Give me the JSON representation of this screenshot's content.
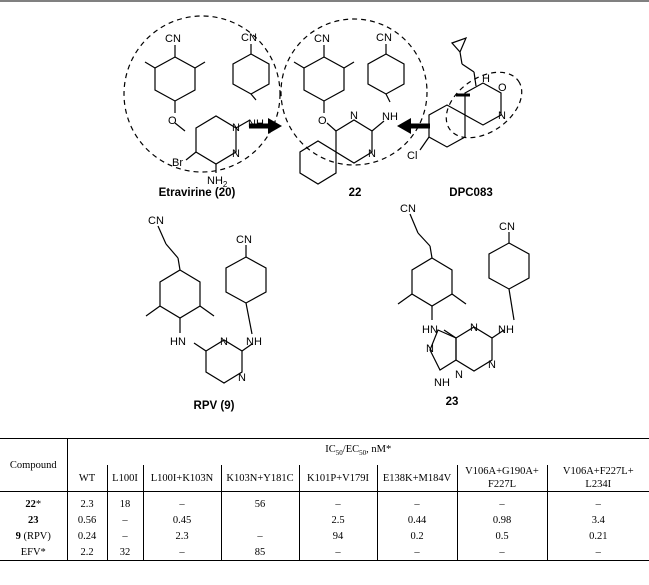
{
  "structures": {
    "etravirine": {
      "label": "Etravirine (20)",
      "atoms": {
        "cn1": "CN",
        "cn2": "CN",
        "o": "O",
        "nh": "NH",
        "n1": "N",
        "n2": "N",
        "br": "Br",
        "nh2": "NH",
        "nh2_sub": "2"
      }
    },
    "c22": {
      "label": "22",
      "atoms": {
        "cn1": "CN",
        "cn2": "CN",
        "o": "O",
        "nh": "NH",
        "n1": "N",
        "n2": "N"
      }
    },
    "dpc083": {
      "label": "DPC083",
      "atoms": {
        "h": "H",
        "n": "N",
        "o": "O",
        "cl": "Cl"
      }
    },
    "rpv": {
      "label": "RPV (9)",
      "atoms": {
        "cn1": "CN",
        "cn2": "CN",
        "hn": "HN",
        "nh": "NH",
        "n1": "N",
        "n2": "N"
      }
    },
    "c23": {
      "label": "23",
      "atoms": {
        "cn1": "CN",
        "cn2": "CN",
        "hn": "HN",
        "nh": "NH",
        "n1": "N",
        "n2": "N",
        "n3": "N",
        "n4": "N",
        "nh_im": "NH"
      }
    }
  },
  "table": {
    "compound_header": "Compound",
    "group_header_main": "IC",
    "group_sub1": "50",
    "group_sep": "/EC",
    "group_sub2": "50",
    "group_tail": ", nM*",
    "columns": [
      {
        "l1": "WT",
        "l2": ""
      },
      {
        "l1": "L100I",
        "l2": ""
      },
      {
        "l1": "L100I+K103N",
        "l2": ""
      },
      {
        "l1": "K103N+Y181C",
        "l2": ""
      },
      {
        "l1": "K101P+V179I",
        "l2": ""
      },
      {
        "l1": "E138K+M184V",
        "l2": ""
      },
      {
        "l1": "V106A+G190A+",
        "l2": "F227L"
      },
      {
        "l1": "V106A+F227L+",
        "l2": "L234I"
      }
    ],
    "rows": [
      {
        "name": "22",
        "bold": true,
        "suffix": "*",
        "values": [
          "2.3",
          "18",
          "–",
          "56",
          "–",
          "–",
          "–",
          "–"
        ]
      },
      {
        "name": "23",
        "bold": true,
        "suffix": "",
        "values": [
          "0.56",
          "–",
          "0.45",
          "",
          "2.5",
          "0.44",
          "0.98",
          "3.4"
        ]
      },
      {
        "name": "9",
        "bold": true,
        "suffix": " (RPV)",
        "values": [
          "0.24",
          "–",
          "2.3",
          "–",
          "94",
          "0.2",
          "0.5",
          "0.21"
        ]
      },
      {
        "name": "EFV",
        "bold": false,
        "suffix": "*",
        "values": [
          "2.2",
          "32",
          "–",
          "85",
          "–",
          "–",
          "–",
          "–"
        ]
      }
    ]
  }
}
